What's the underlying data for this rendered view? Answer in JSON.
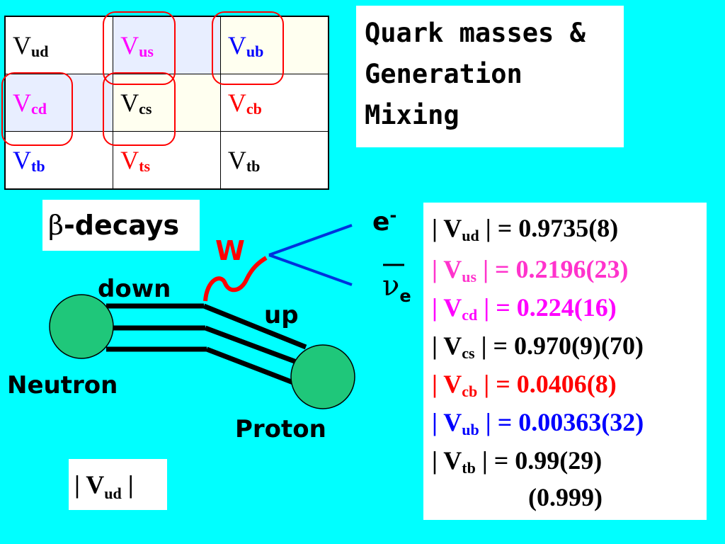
{
  "matrix": {
    "rows": [
      [
        {
          "base": "V",
          "sub": "ud",
          "color": "#000000"
        },
        {
          "base": "V",
          "sub": "us",
          "color": "#ff00ff"
        },
        {
          "base": "V",
          "sub": "ub",
          "color": "#0000ff"
        }
      ],
      [
        {
          "base": "V",
          "sub": "cd",
          "color": "#ff00ff"
        },
        {
          "base": "V",
          "sub": "cs",
          "color": "#000000"
        },
        {
          "base": "V",
          "sub": "cb",
          "color": "#ff0000"
        }
      ],
      [
        {
          "base": "V",
          "sub": "tb",
          "color": "#0000ff"
        },
        {
          "base": "V",
          "sub": "ts",
          "color": "#ff0000"
        },
        {
          "base": "V",
          "sub": "tb",
          "color": "#000000"
        }
      ]
    ]
  },
  "title": "Quark masses &\nGeneration\nMixing",
  "beta": {
    "greek": "β",
    "text": "-decays"
  },
  "diagram": {
    "w_label": "W",
    "electron": "e",
    "electron_sup": "-",
    "neutrino": "ν",
    "neutrino_sub": "e",
    "down": "down",
    "up": "up",
    "neutron": "Neutron",
    "proton": "Proton"
  },
  "vud_box": {
    "pre": "| V",
    "sub": "ud",
    "post": " |"
  },
  "values": [
    {
      "pre": "| V",
      "sub": "ud",
      "post": " | = 0.9735(8)",
      "color": "#000000"
    },
    {
      "pre": "| V",
      "sub": "us",
      "post": " | = 0.2196(23)",
      "color": "#ff33cc"
    },
    {
      "pre": "| V",
      "sub": "cd",
      "post": " | = 0.224(16)",
      "color": "#ff00ff"
    },
    {
      "pre": "| V",
      "sub": "cs",
      "post": " | = 0.970(9)(70)",
      "color": "#000000"
    },
    {
      "pre": "| V",
      "sub": "cb",
      "post": " | = 0.0406(8)",
      "color": "#ff0000"
    },
    {
      "pre": "| V",
      "sub": "ub",
      "post": " | = 0.00363(32)",
      "color": "#0000ff"
    },
    {
      "pre": "| V",
      "sub": "tb",
      "post": " | = 0.99(29)",
      "color": "#000000"
    }
  ],
  "values_extra": "(0.999)",
  "colors": {
    "background": "#00ffff",
    "ring": "#ff0000",
    "nucleon": "#1fc77a",
    "lepton_line": "#0033dd"
  }
}
